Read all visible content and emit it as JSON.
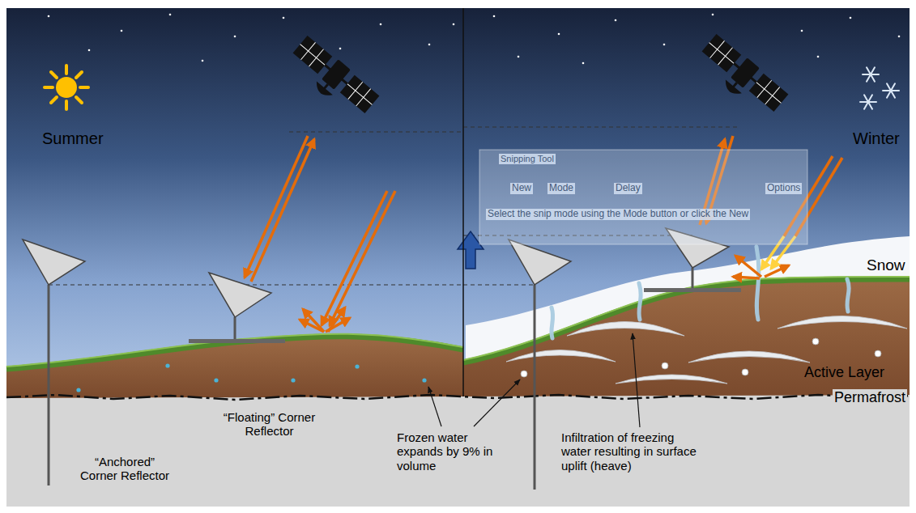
{
  "diagram": {
    "labels": [
      "Summer",
      "Winter",
      "Snipping Tool",
      "New",
      "Mode",
      "Delay",
      "Options",
      "Select the snip mode using the Mode button or click the New",
      "Snow",
      "Active Layer",
      "Permafrost",
      "“Anchored” Corner Reflector",
      "“Floating” Corner Reflector",
      "Frozen water expands by 9% in volume",
      "Infiltration of freezing water resulting in surface uplift (heave)"
    ]
  }
}
